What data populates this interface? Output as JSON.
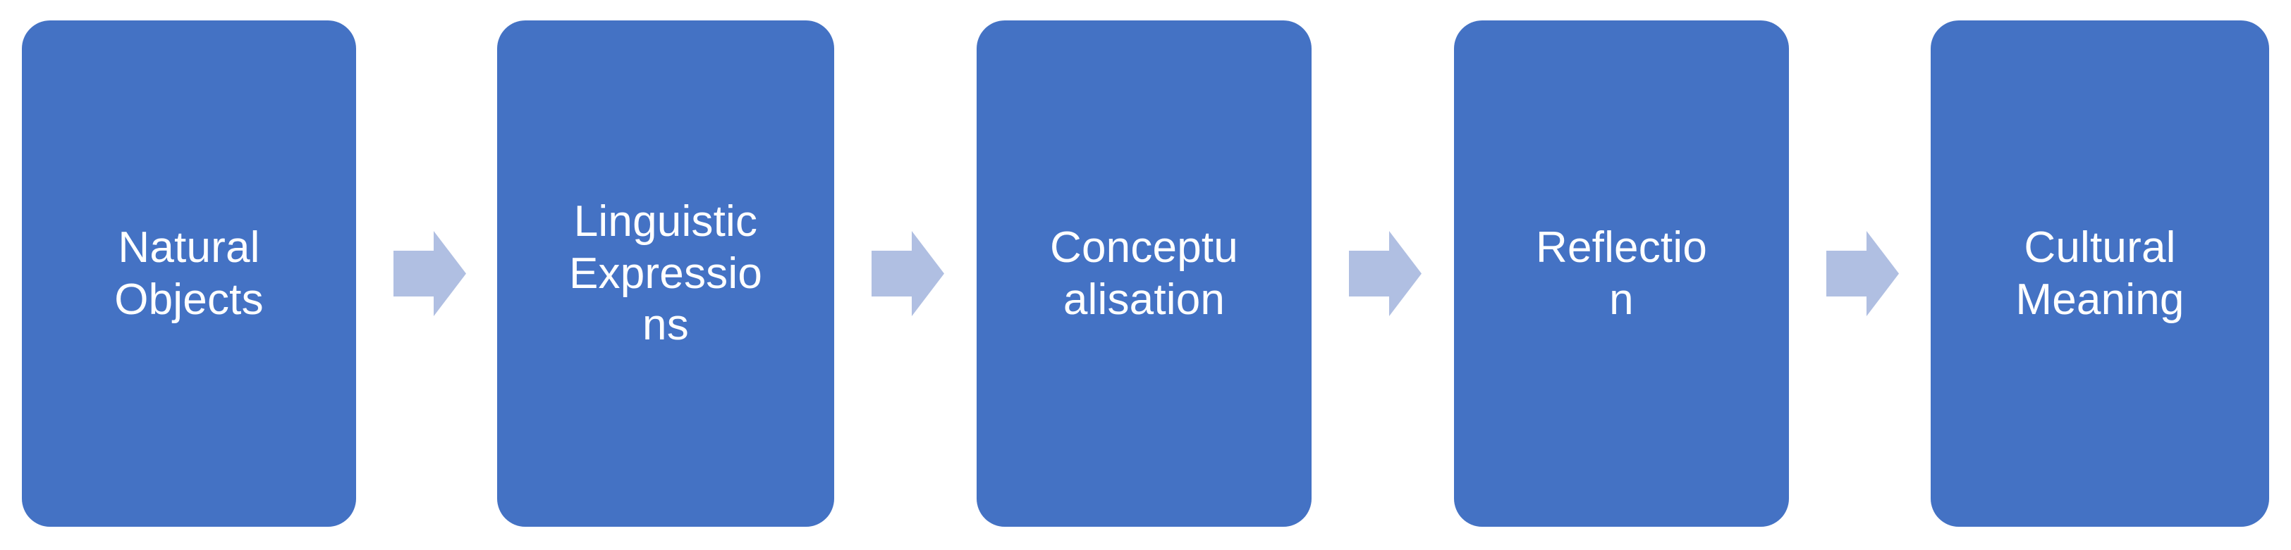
{
  "diagram": {
    "type": "linear-process-flow",
    "orientation": "left-to-right",
    "background_color": "#FFFFFF",
    "node_fill_color": "#4472C4",
    "node_text_color": "#FFFFFF",
    "arrow_fill_color": "#B0BFE2",
    "step_count": 5,
    "arrow_count": 4,
    "nodes": [
      {
        "id": "natural-objects",
        "label": "Natural\nObjects",
        "text": "Natural Objects",
        "order": 1
      },
      {
        "id": "linguistic-expressions",
        "label": "Linguistic\nExpressio\nns",
        "text": "Linguistic Expressions",
        "order": 2
      },
      {
        "id": "conceptualisation",
        "label": "Conceptu\nalisation",
        "text": "Conceptualisation",
        "order": 3
      },
      {
        "id": "reflection",
        "label": "Reflectio\nn",
        "text": "Reflection",
        "order": 4
      },
      {
        "id": "cultural-meaning",
        "label": "Cultural\nMeaning",
        "text": "Cultural Meaning",
        "order": 5
      }
    ],
    "arrows": [
      {
        "id": "arrow-1",
        "from": "natural-objects",
        "to": "linguistic-expressions",
        "glyph": "right-block-arrow"
      },
      {
        "id": "arrow-2",
        "from": "linguistic-expressions",
        "to": "conceptualisation",
        "glyph": "right-block-arrow"
      },
      {
        "id": "arrow-3",
        "from": "conceptualisation",
        "to": "reflection",
        "glyph": "right-block-arrow"
      },
      {
        "id": "arrow-4",
        "from": "reflection",
        "to": "cultural-meaning",
        "glyph": "right-block-arrow"
      }
    ]
  }
}
